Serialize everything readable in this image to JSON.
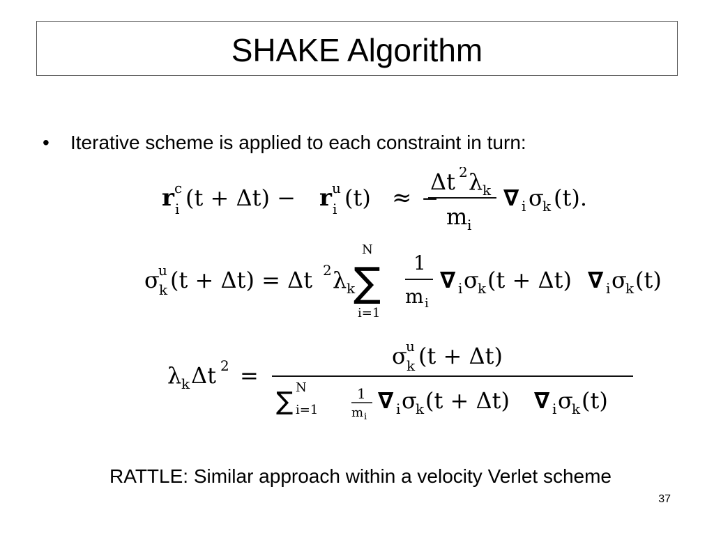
{
  "slide": {
    "title": "SHAKE Algorithm",
    "bullet_symbol": "•",
    "bullet_text": "Iterative scheme is applied to each constraint in turn:",
    "footer_note": "RATTLE: Similar approach within a velocity Verlet scheme",
    "slide_number": "37"
  },
  "equations": {
    "eq1": {
      "r": "r",
      "sup_c": "c",
      "sub_i": "i",
      "sup_u": "u",
      "arg_lhs": "(t + Δt) − ",
      "arg_t": "(t)",
      "approx": "≈",
      "minus": "−",
      "num": "Δt",
      "num_sup": "2",
      "lambda": "λ",
      "sub_k": "k",
      "den": "m",
      "den_sub": "i",
      "nabla": "∇",
      "sigma": "σ",
      "tail": "(t)."
    },
    "eq2": {
      "sigma": "σ",
      "sup_u": "u",
      "sub_k": "k",
      "lhs_arg": "(t + Δt) = Δt",
      "sup_2": "2",
      "lambda": "λ",
      "sum": "∑",
      "sum_top": "N",
      "sum_bottom": "i=1",
      "frac_num": "1",
      "frac_den": "m",
      "sub_i": "i",
      "nabla": "∇",
      "arg1": "(t + Δt)",
      "arg2": "(t)"
    },
    "eq3": {
      "lambda": "λ",
      "sub_k": "k",
      "dt": "Δt",
      "sup_2": "2",
      "equals": "=",
      "num_sigma": "σ",
      "num_sup_u": "u",
      "num_arg": "(t + Δt)",
      "sum": "∑",
      "sum_top": "N",
      "sum_bottom": "i=1",
      "frac_num": "1",
      "frac_den": "m",
      "sub_i": "i",
      "nabla": "∇",
      "sigma": "σ",
      "arg1": "(t + Δt)",
      "arg2": "(t)"
    }
  }
}
